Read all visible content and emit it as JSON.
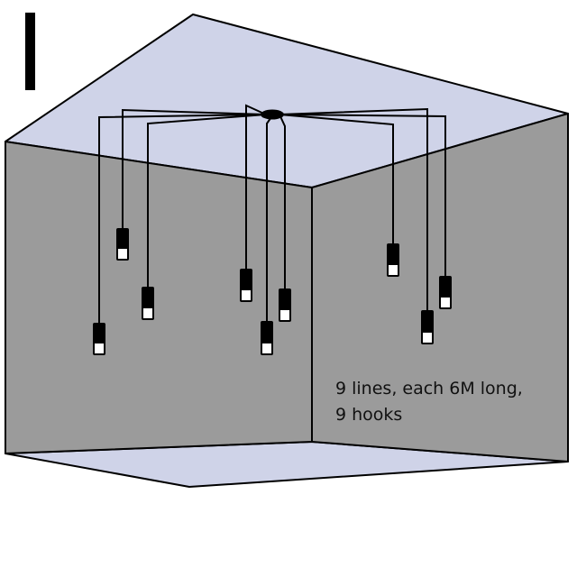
{
  "caption": {
    "line1": "9 lines, each 6M long,",
    "line2": "9 hooks"
  },
  "colors": {
    "ceiling": "#cfd3e8",
    "floor": "#cfd3e8",
    "wall": "#9b9b9b",
    "outline": "#000000",
    "cable": "#000000",
    "lamp_body": "#000000",
    "lamp_shade": "#ffffff",
    "marker": "#000000",
    "caption_text": "#111111"
  },
  "pendants": {
    "count": 9
  }
}
